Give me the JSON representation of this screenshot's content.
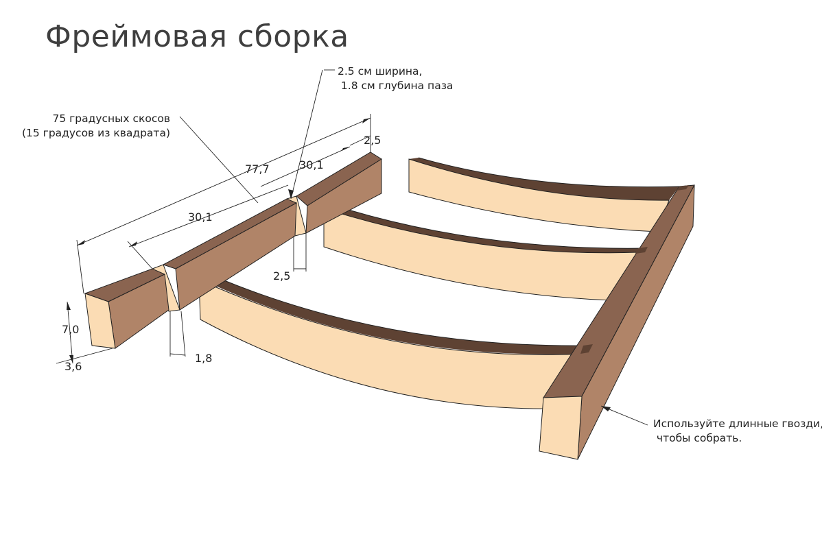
{
  "title": "Фреймовая сборка",
  "notes": {
    "groove": [
      "2.5 см ширина,",
      " 1.8 см глубина паза"
    ],
    "bevel": [
      "75 градусных скосов",
      "(15 градусов из квадрата)"
    ],
    "nails": [
      "Используйте длинные гвозди,",
      " чтобы собрать."
    ]
  },
  "dimensions": {
    "total_length": "77,7",
    "segment_left": "30,1",
    "segment_right": "30,1",
    "notch_top": "2,5",
    "notch_bottom": "2,5",
    "depth": "1,8",
    "height": "7,0",
    "width": "3,6"
  },
  "colors": {
    "wood_light": "#fbdcb4",
    "wood_mid": "#dba983",
    "wood_dark": "#8a6450",
    "wood_top": "#b08468",
    "groove": "#5e4233",
    "line": "#222222"
  }
}
